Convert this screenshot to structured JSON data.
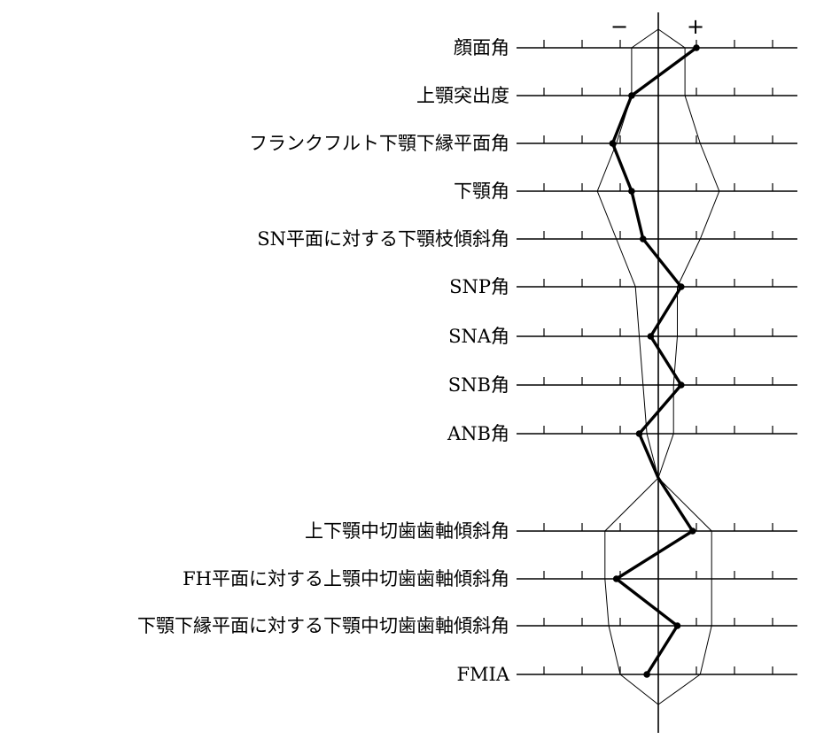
{
  "chart_data": {
    "type": "line",
    "title": "",
    "xlabel": "",
    "ylabel": "",
    "axis_signs": {
      "minus": "−",
      "plus": "+"
    },
    "x_unit": "standard deviations from norm mean (one tick = 1 SD)",
    "xlim": [
      -3,
      3
    ],
    "categories": [
      "顔面角",
      "上顎突出度",
      "フランクフルト下顎下縁平面角",
      "下顎角",
      "SN平面に対する下顎枝傾斜角",
      "SNP角",
      "SNA角",
      "SNB角",
      "ANB角",
      "上下顎中切歯歯軸傾斜角",
      "FH平面に対する上顎中切歯歯軸傾斜角",
      "下顎下縁平面に対する下顎中切歯歯軸傾斜角",
      "FMIA"
    ],
    "groups": [
      [
        0,
        1,
        2,
        3,
        4,
        5,
        6,
        7,
        8
      ],
      [
        9,
        10,
        11,
        12
      ]
    ],
    "series": [
      {
        "values": [
          1,
          -0.7,
          -1.2,
          -0.7,
          -0.4,
          0.6,
          -0.2,
          0.6,
          -0.5,
          0.9,
          -1.1,
          0.5,
          -0.3
        ]
      }
    ],
    "norm_band": {
      "minus": [
        -0.7,
        -0.7,
        -1.1,
        -1.6,
        -1.1,
        -0.6,
        -0.5,
        -0.4,
        -0.3,
        -1.4,
        -1.4,
        -1.3,
        -1.0
      ],
      "plus": [
        0.7,
        0.7,
        1.1,
        1.6,
        1.1,
        0.5,
        0.5,
        0.4,
        0.4,
        1.4,
        1.4,
        1.4,
        1.1
      ]
    },
    "grid": false,
    "legend": "none"
  }
}
